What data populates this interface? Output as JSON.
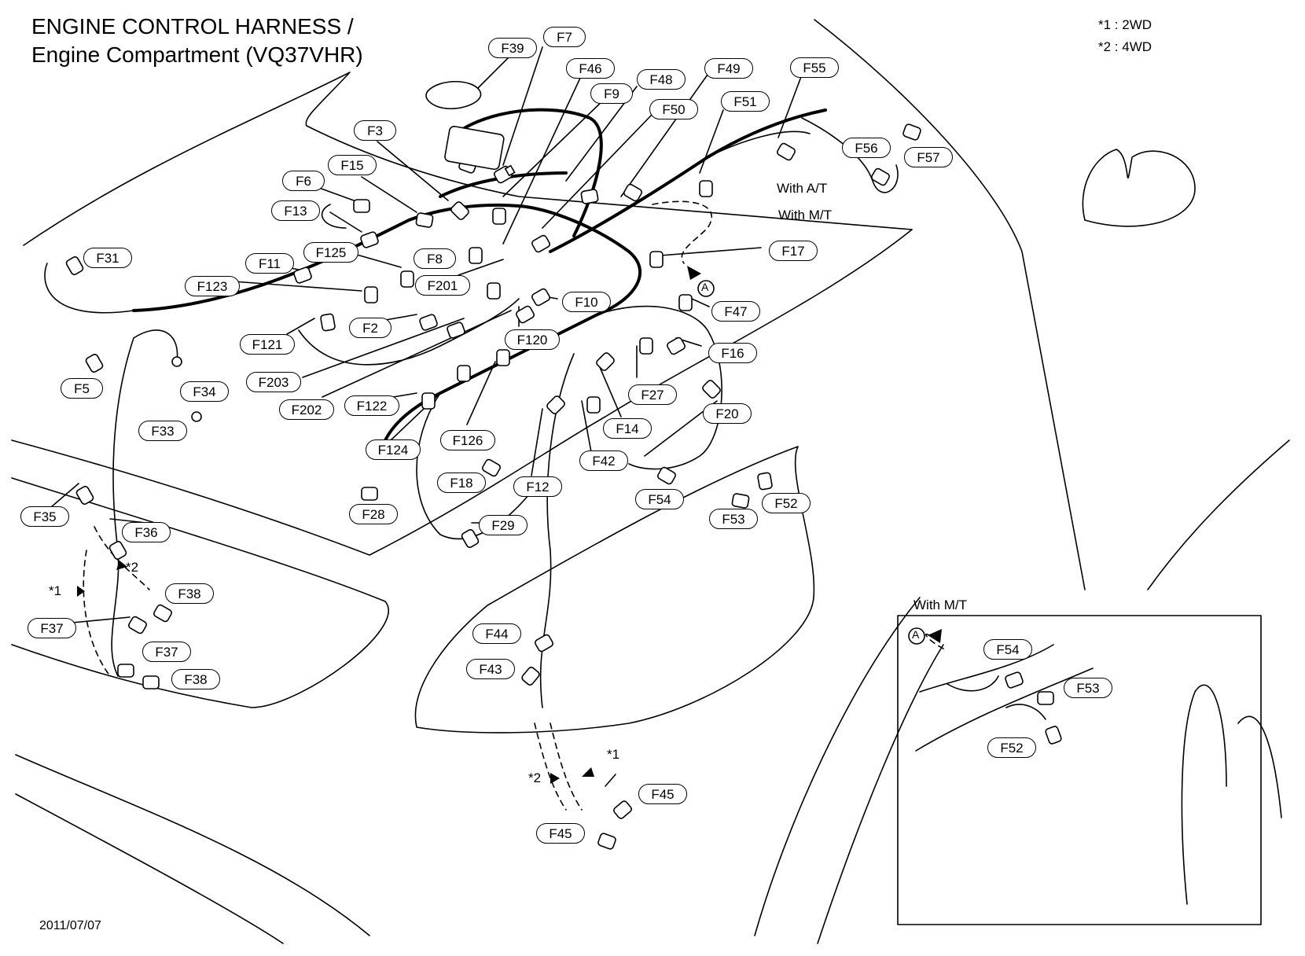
{
  "title": {
    "line1": "ENGINE CONTROL HARNESS /",
    "line2": "Engine Compartment (VQ37VHR)"
  },
  "notes": {
    "note1": "*1 : 2WD",
    "note2": "*2 : 4WD"
  },
  "date": "2011/07/07",
  "annotations": {
    "with_at": "With A/T",
    "with_mt": "With M/T",
    "inset_title": "With M/T",
    "marker_a": "A",
    "marker_a_inset": "A",
    "star1_left": "*1",
    "star2_left": "*2",
    "star1_bottom": "*1",
    "star2_bottom": "*2"
  },
  "connectors": [
    {
      "id": "F7"
    },
    {
      "id": "F39"
    },
    {
      "id": "F46"
    },
    {
      "id": "F48"
    },
    {
      "id": "F49"
    },
    {
      "id": "F55"
    },
    {
      "id": "F9"
    },
    {
      "id": "F50"
    },
    {
      "id": "F51"
    },
    {
      "id": "F3"
    },
    {
      "id": "F56"
    },
    {
      "id": "F57"
    },
    {
      "id": "F15"
    },
    {
      "id": "F6"
    },
    {
      "id": "F13"
    },
    {
      "id": "F125"
    },
    {
      "id": "F8"
    },
    {
      "id": "F11"
    },
    {
      "id": "F31"
    },
    {
      "id": "F123"
    },
    {
      "id": "F201"
    },
    {
      "id": "F17"
    },
    {
      "id": "F10"
    },
    {
      "id": "F47"
    },
    {
      "id": "F121"
    },
    {
      "id": "F2"
    },
    {
      "id": "F120"
    },
    {
      "id": "F16"
    },
    {
      "id": "F203"
    },
    {
      "id": "F27"
    },
    {
      "id": "F5"
    },
    {
      "id": "F34"
    },
    {
      "id": "F202"
    },
    {
      "id": "F122"
    },
    {
      "id": "F20"
    },
    {
      "id": "F14"
    },
    {
      "id": "F33"
    },
    {
      "id": "F126"
    },
    {
      "id": "F124"
    },
    {
      "id": "F42"
    },
    {
      "id": "F18"
    },
    {
      "id": "F12"
    },
    {
      "id": "F54"
    },
    {
      "id": "F52"
    },
    {
      "id": "F35"
    },
    {
      "id": "F28"
    },
    {
      "id": "F53"
    },
    {
      "id": "F36"
    },
    {
      "id": "F29"
    },
    {
      "id": "F38"
    },
    {
      "id": "F37"
    },
    {
      "id": "F44"
    },
    {
      "id": "F37"
    },
    {
      "id": "F43"
    },
    {
      "id": "F38"
    },
    {
      "id": "F45"
    },
    {
      "id": "F45"
    },
    {
      "id": "F54"
    },
    {
      "id": "F53"
    },
    {
      "id": "F52"
    }
  ]
}
